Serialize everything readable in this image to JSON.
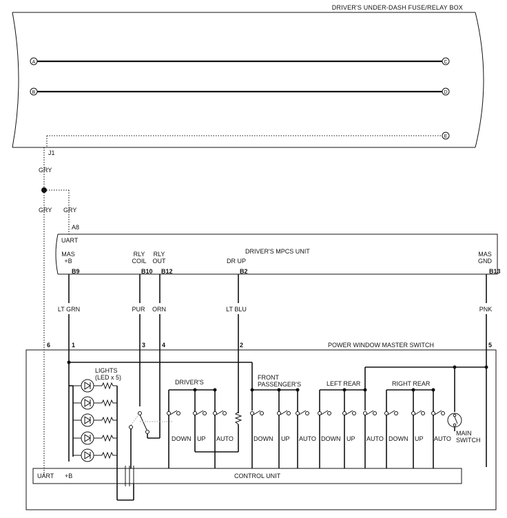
{
  "fuse_box": {
    "title": "DRIVER'S UNDER-DASH FUSE/RELAY BOX",
    "terminals": [
      "A",
      "B",
      "C",
      "D",
      "E"
    ],
    "connector": "J1"
  },
  "wires_top": {
    "gry_1": "GRY",
    "gry_2": "GRY",
    "gry_3": "GRY"
  },
  "mpcs": {
    "title": "DRIVER'S MPCS UNIT",
    "uart": "UART",
    "connector": "A8",
    "pins": [
      {
        "name": "MAS\n+B",
        "l1": "MAS",
        "l2": "+B",
        "pin": "B9",
        "wire": "LT GRN",
        "sw_pin": "1"
      },
      {
        "l1": "RLY",
        "l2": "COIL",
        "pin": "B10",
        "wire": "PUR",
        "sw_pin": "3"
      },
      {
        "l1": "RLY",
        "l2": "OUT",
        "pin": "B12",
        "wire": "ORN",
        "sw_pin": "4"
      },
      {
        "l1": "DR UP",
        "l2": "",
        "pin": "B2",
        "wire": "LT BLU",
        "sw_pin": "2"
      },
      {
        "l1": "MAS",
        "l2": "GND",
        "pin": "B13",
        "wire": "PNK",
        "sw_pin": "5"
      }
    ],
    "uart_sw_pin": "6"
  },
  "master_switch": {
    "title": "POWER WINDOW MASTER SWITCH",
    "lights_l1": "LIGHTS",
    "lights_l2": "(LED x 5)",
    "groups": [
      {
        "l1": "DRIVER'S",
        "l2": ""
      },
      {
        "l1": "FRONT",
        "l2": "PASSENGER'S"
      },
      {
        "l1": "LEFT REAR",
        "l2": ""
      },
      {
        "l1": "RIGHT REAR",
        "l2": ""
      }
    ],
    "switch_labels": [
      "DOWN",
      "UP",
      "AUTO",
      "DOWN",
      "UP",
      "AUTO",
      "DOWN",
      "UP",
      "AUTO",
      "DOWN",
      "UP",
      "AUTO"
    ],
    "main_switch_l1": "MAIN",
    "main_switch_l2": "SWITCH",
    "control_unit": "CONTROL UNIT",
    "cu_uart": "UART",
    "cu_b": "+B"
  }
}
